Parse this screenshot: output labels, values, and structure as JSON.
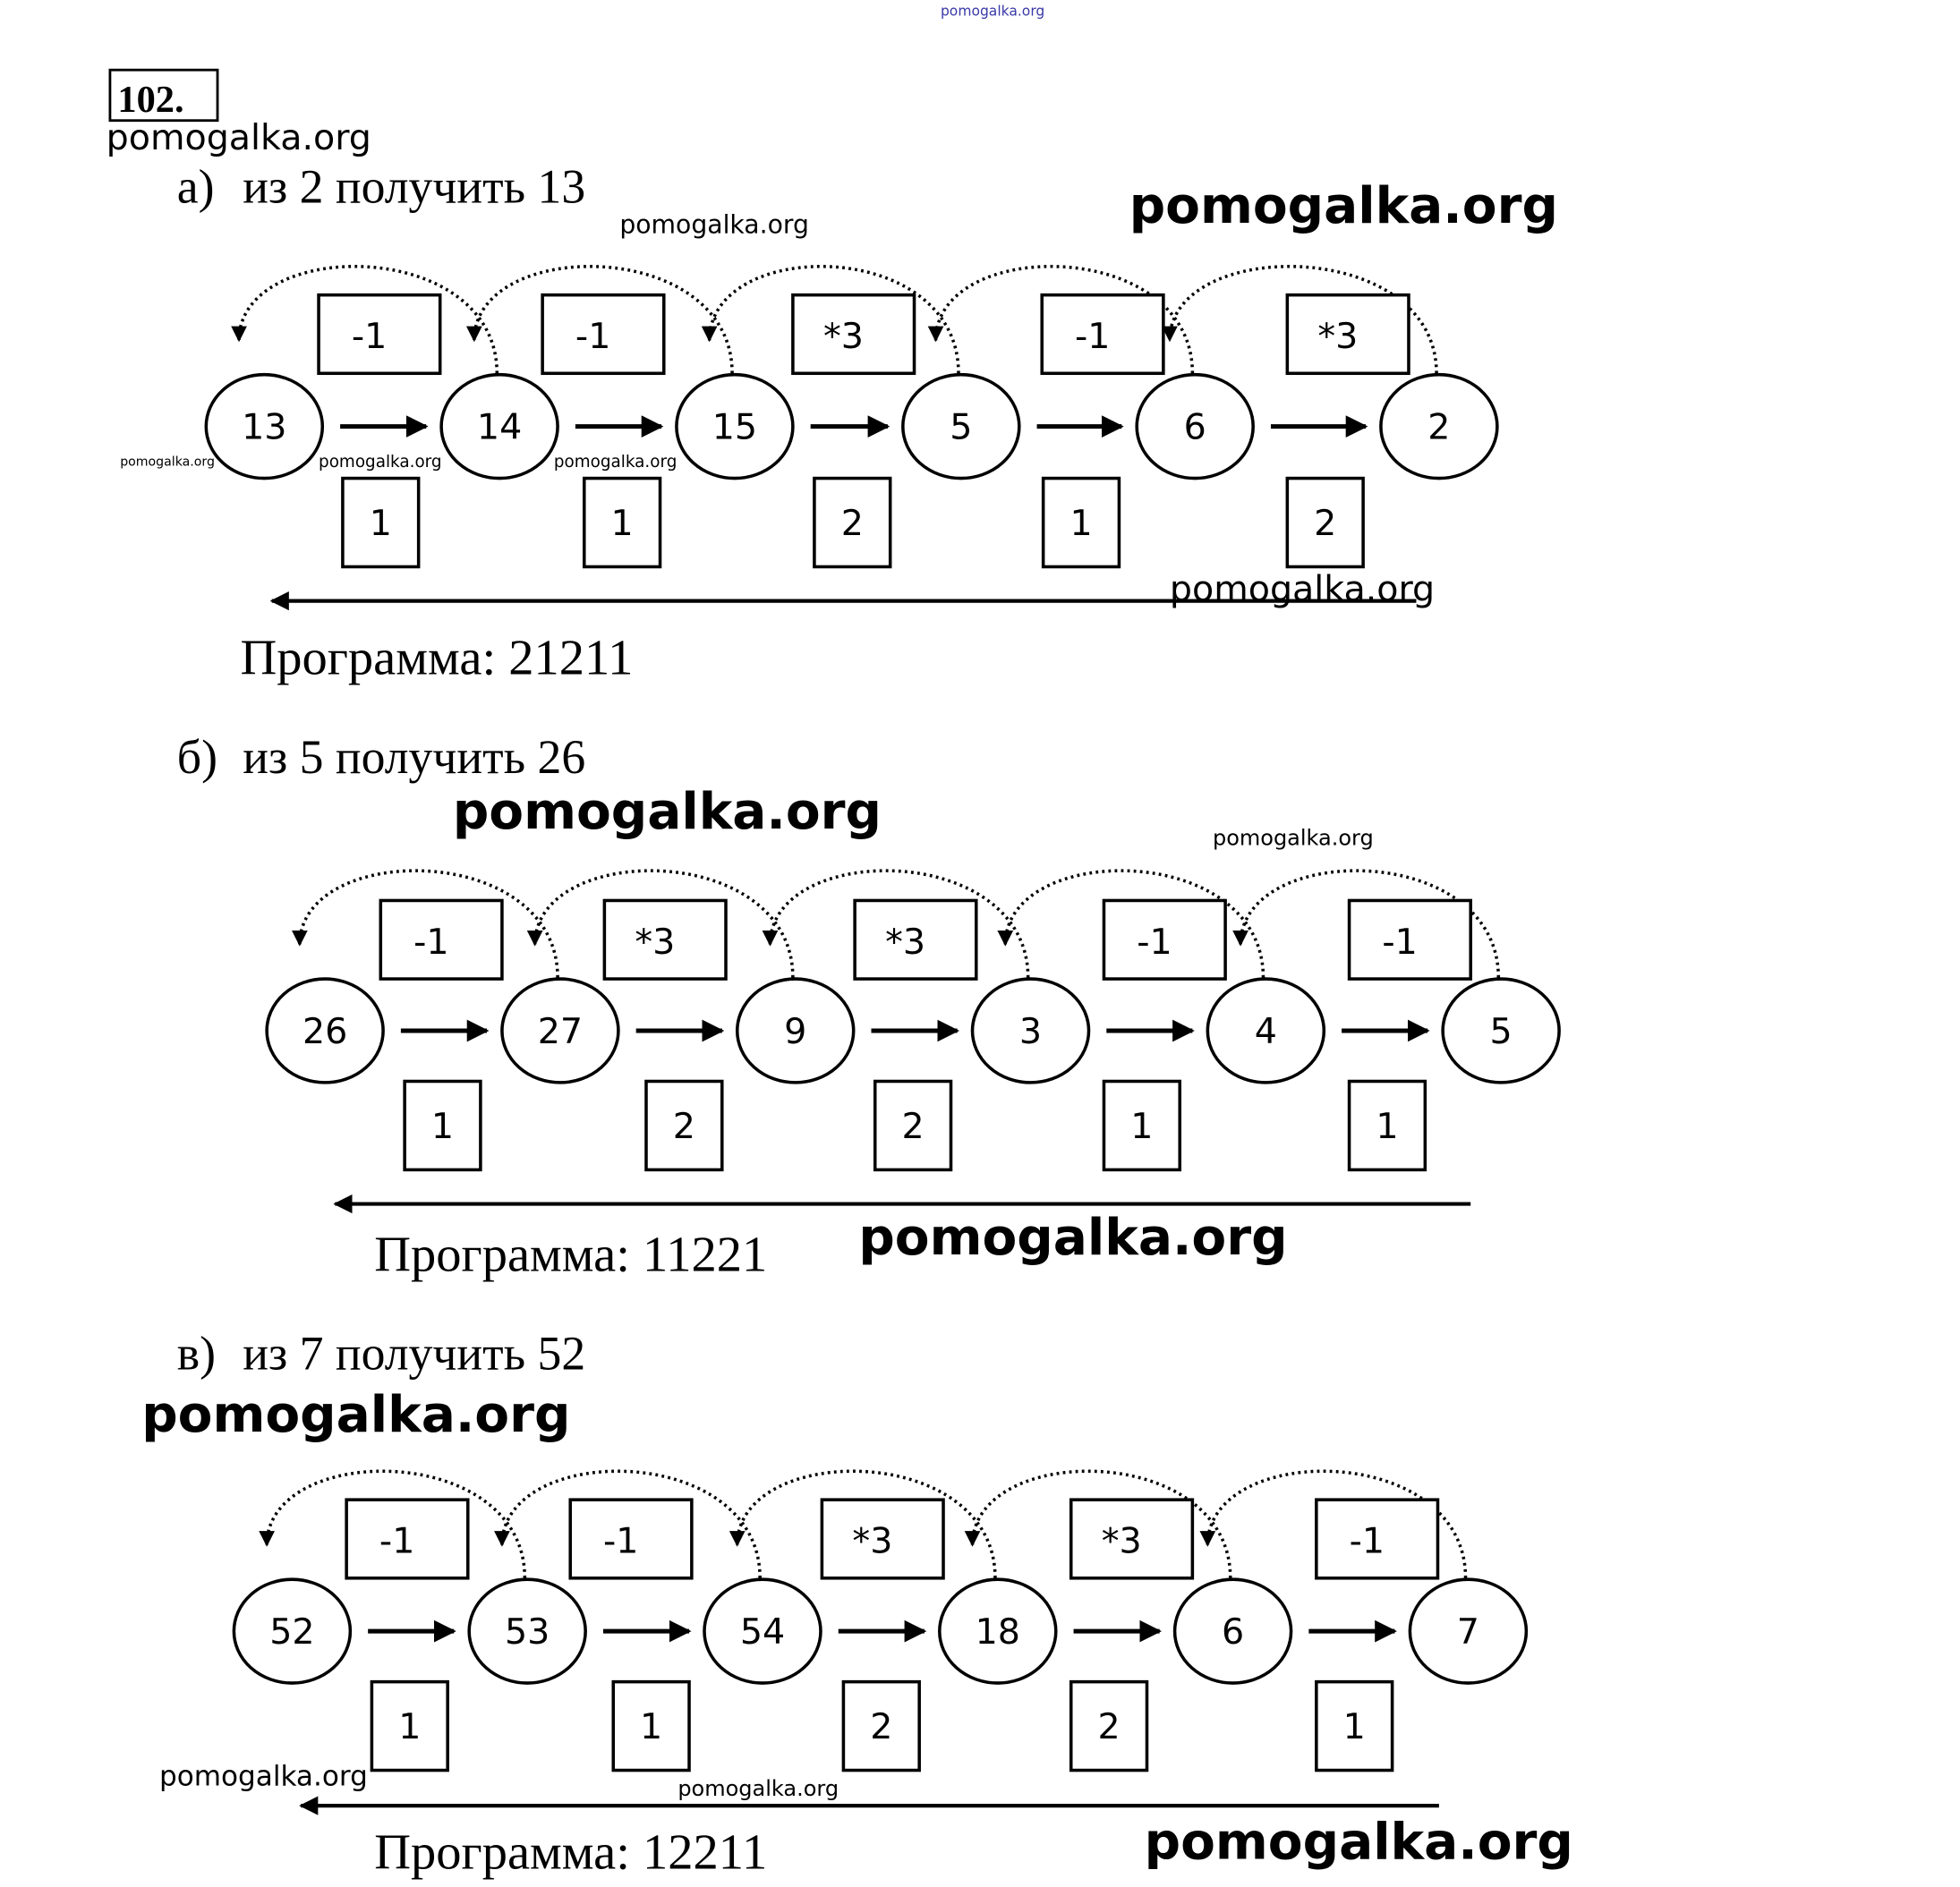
{
  "top_watermark": {
    "text": "pomogalka.org",
    "color": "#3a3aa8"
  },
  "problem_number": "102.",
  "sections": [
    {
      "label": "а)",
      "title": "из 2 получить 13",
      "nodes": [
        "13",
        "14",
        "15",
        "5",
        "6",
        "2"
      ],
      "operations": [
        "-1",
        "-1",
        "*3",
        "-1",
        "*3"
      ],
      "commands": [
        "1",
        "1",
        "2",
        "1",
        "2"
      ],
      "program": "Программа: 21211"
    },
    {
      "label": "б)",
      "title": "из 5 получить 26",
      "nodes": [
        "26",
        "27",
        "9",
        "3",
        "4",
        "5"
      ],
      "operations": [
        "-1",
        "*3",
        "*3",
        "-1",
        "-1"
      ],
      "commands": [
        "1",
        "2",
        "2",
        "1",
        "1"
      ],
      "program": "Программа: 11221"
    },
    {
      "label": "в)",
      "title": "из 7 получить 52",
      "nodes": [
        "52",
        "53",
        "54",
        "18",
        "6",
        "7"
      ],
      "operations": [
        "-1",
        "-1",
        "*3",
        "*3",
        "-1"
      ],
      "commands": [
        "1",
        "1",
        "2",
        "2",
        "1"
      ],
      "program": "Программа: 12211"
    }
  ],
  "watermarks": [
    "pomogalka.org",
    "pomogalka.org",
    "pomogalka.org",
    "pomogalka.org",
    "pomogalka.org",
    "pomogalka.org",
    "pomogalka.org",
    "pomogalka.org",
    "pomogalka.org",
    "pomogalka.org",
    "pomogalka.org",
    "pomogalka.org",
    "pomogalka.org"
  ]
}
